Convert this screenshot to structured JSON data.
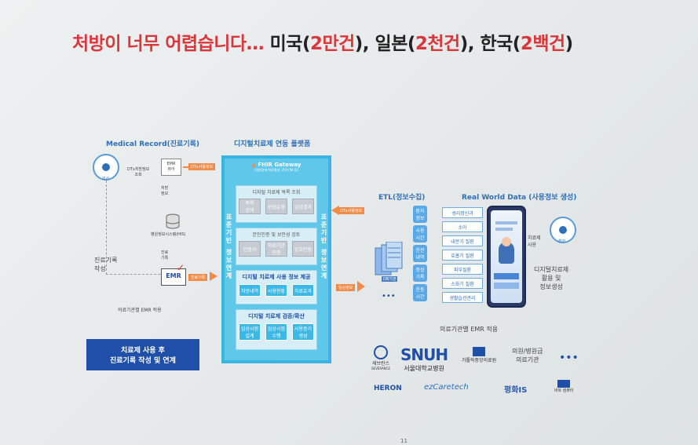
{
  "title": {
    "part1": "처방이 너무 어렵습니다… ",
    "part2": "미국(",
    "part3": "2만건",
    "part4": "), 일본(",
    "part5": "2천건",
    "part6": "), 한국(",
    "part7": "2백건",
    "part8": ")"
  },
  "left": {
    "heading": "Medical Record(진료기록)",
    "doctor_label": "의사",
    "dtx_prescription": "DTx처방정보\n조회",
    "emr_view": "EMR\n뷰어",
    "dtx_tag": "DTx사용정보",
    "prescription_info": "처방\n정보",
    "hospital_system": "병원정보시스템(HIS)",
    "treatment_record": "진료\n기록",
    "record_write": "진료기록\n작성",
    "emr_label": "EMR",
    "tx_record_tag": "진료기록",
    "emr_apply": "의료기관별 EMR 적용"
  },
  "platform": {
    "heading": "디지털치료제 연동 플랫폼",
    "gateway": "FHIR Gateway",
    "gateway_sub": "(처방정보/치료결과, 진료기록 등)",
    "section1_title": "디지털 치료제 목록 조회",
    "section1_btns": [
      "목록\n검색",
      "보험유형",
      "임상결과"
    ],
    "section2_title": "본인인증 및 보안성 검토",
    "section2_btns": [
      "인증서",
      "의료기관\n인증",
      "암호인증"
    ],
    "section3_title": "디지털 치료제 사용 정보 제공",
    "section3_btns": [
      "처방내역",
      "사용현황",
      "치료효과"
    ],
    "section4_title": "디지털 치료제 검증/확산",
    "section4_btns": [
      "임상시험\n설계",
      "임상시험\n수행",
      "사용증거\n생성"
    ],
    "left_vert": "표준기반 정보연계",
    "right_vert": "표준기반 정보연계",
    "in_tag": "DTx사용정보"
  },
  "etl": {
    "heading": "ETL(정보수집)",
    "pills": [
      "환자\n정보",
      "사용\n시간",
      "운전\n내역",
      "증상\n기록",
      "운동\n시간"
    ],
    "db_label": "DB기관",
    "out_tag": "임상정보",
    "dots": "•••"
  },
  "rwd": {
    "heading": "Real World Data (사용정보 생성)",
    "items": [
      "생리정신과",
      "소아",
      "내분기 질환",
      "호흡기 질환",
      "피부질환",
      "소화기 질환",
      "생활습관관리"
    ],
    "treatment_use": "치료제\n사용",
    "patient_label": "환자",
    "rwd_desc": "디지털치료제\n활용 및\n정보생성"
  },
  "bottom": {
    "emr_apply2": "의료기관별 EMR 적용",
    "navy_line1": "치료제 사용 후",
    "navy_line2": "진료기록 작성 및 연계",
    "logos": {
      "severance": "세브란스",
      "severance_sub": "SEVERANCE",
      "snuh": "SNUH",
      "snuh_sub": "서울대학교병원",
      "bucheon": "가톨릭중앙의료원",
      "clinic": "의원/병원급\n의료기관",
      "dots": "•••",
      "heron": "HERON",
      "ezcare": "ezCaretech",
      "pyeonghwa": "평화IS",
      "bit": "비트 컴퓨터"
    },
    "page_number": "11"
  }
}
